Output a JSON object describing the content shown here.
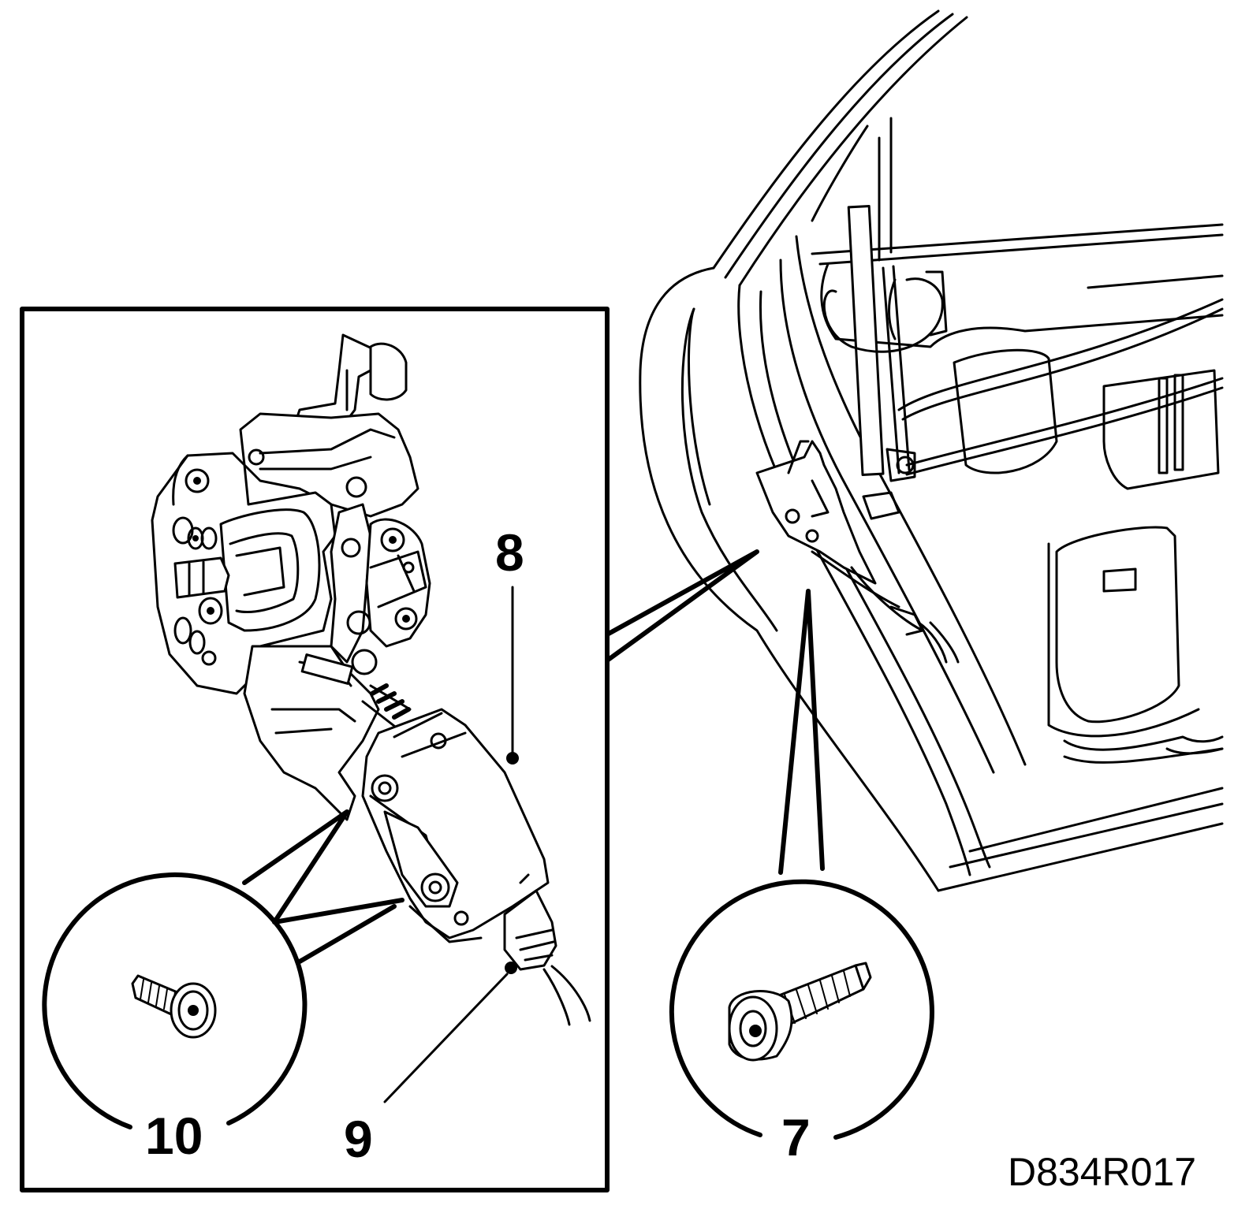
{
  "callouts": {
    "part_7": "7",
    "part_8": "8",
    "part_9": "9",
    "part_10": "10"
  },
  "reference_code": "D834R017",
  "colors": {
    "line": "#000000",
    "background": "#ffffff"
  }
}
